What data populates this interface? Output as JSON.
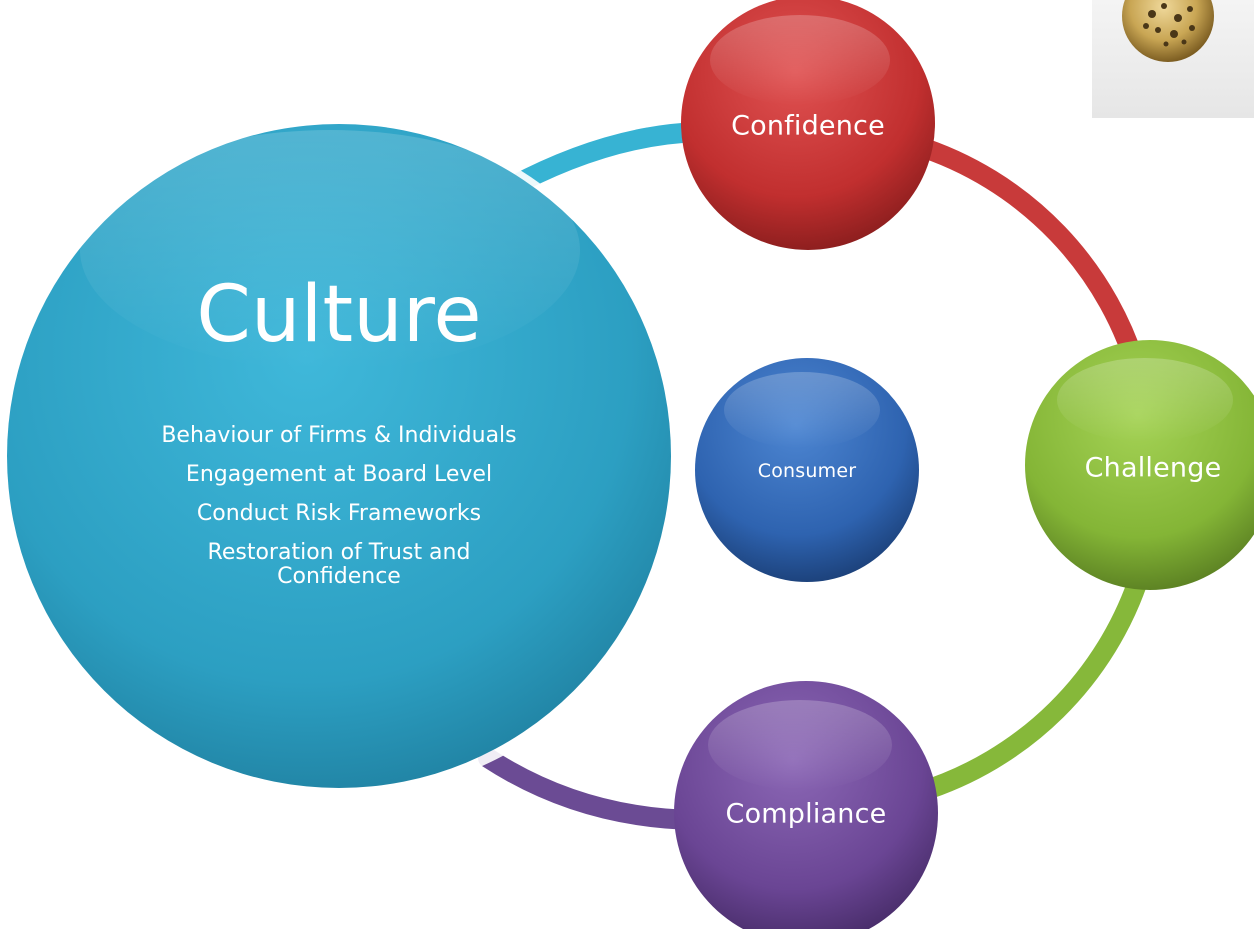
{
  "diagram": {
    "culture": {
      "title": "Culture",
      "points": [
        "Behaviour of Firms & Individuals",
        "Engagement at Board Level",
        "Conduct Risk Frameworks",
        "Restoration of Trust and Confidence"
      ]
    },
    "nodes": {
      "confidence": "Confidence",
      "challenge": "Challenge",
      "compliance": "Compliance",
      "consumer": "Consumer"
    },
    "colors": {
      "culture": "#2fa3c6",
      "confidence": "#c83434",
      "challenge": "#86b83a",
      "compliance": "#6f4a97",
      "consumer": "#2f66b5",
      "ring_teal": "#37b3d3",
      "ring_red": "#c83a3a",
      "ring_green": "#86b83a",
      "ring_purple": "#6b4b94"
    },
    "logo_icon": "gold-coin-icon"
  }
}
